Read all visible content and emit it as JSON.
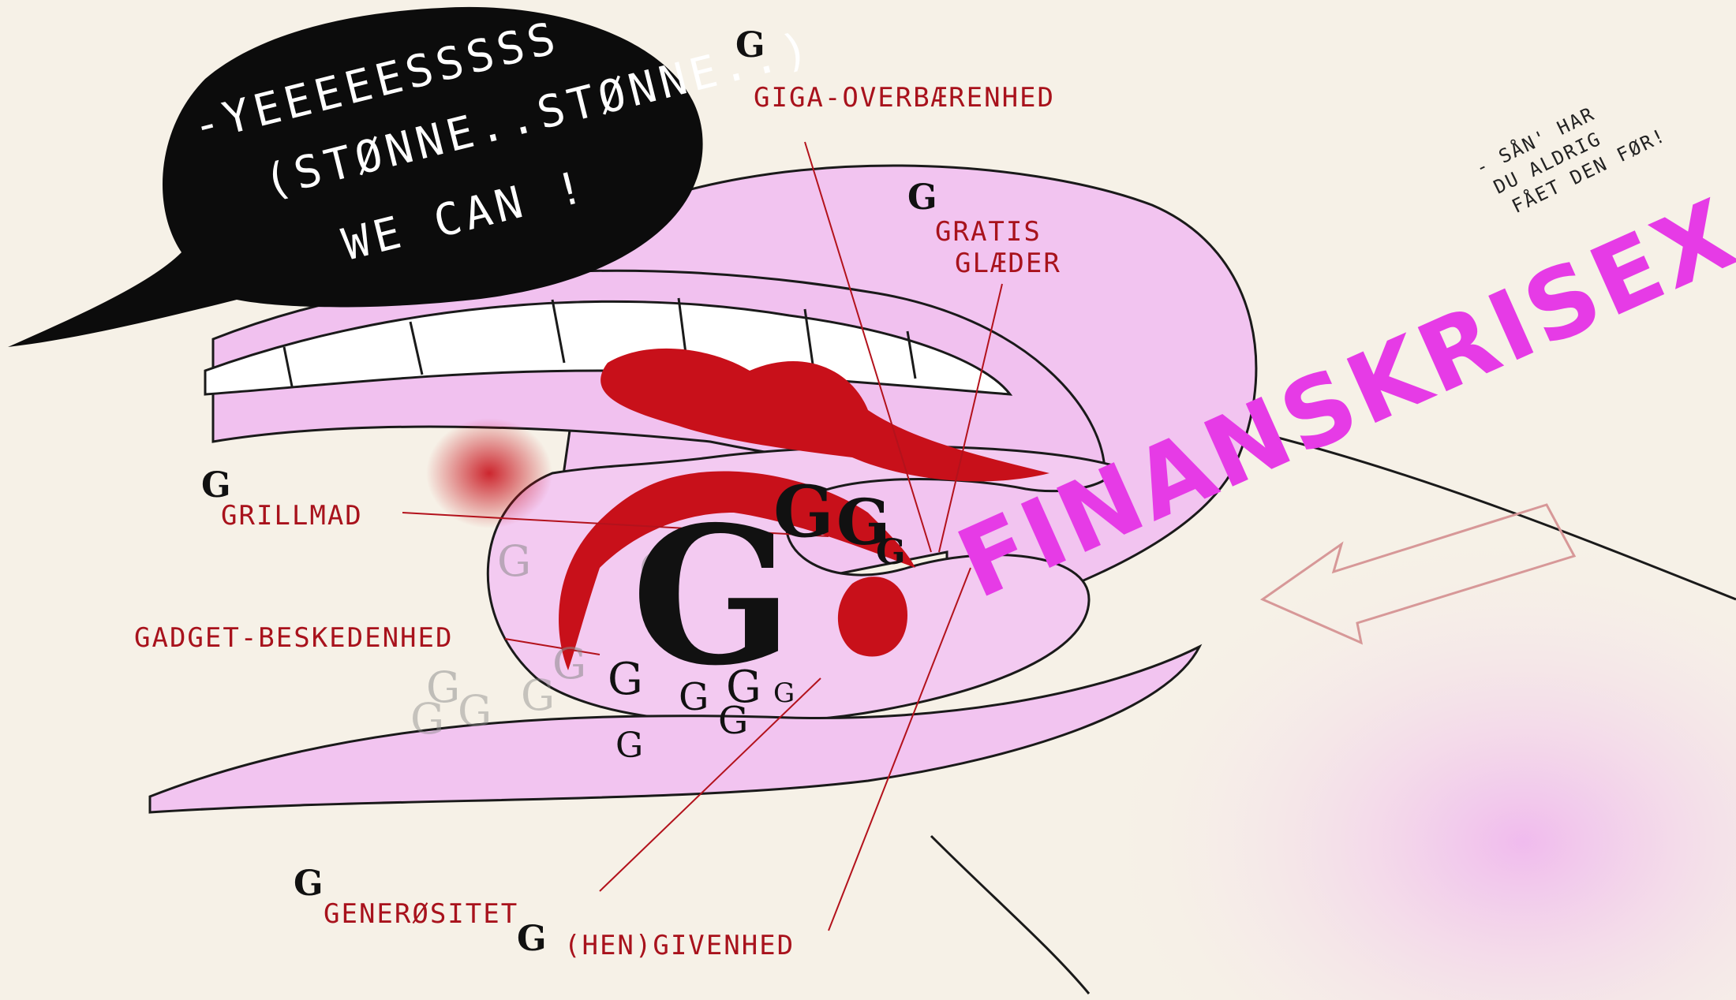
{
  "speech_bubble": {
    "line1": "-YEEEEESSSSS",
    "line2": "(STØNNE..STØNNE..)",
    "line3": "WE CAN !"
  },
  "central_mark": "G",
  "small_mark": "G",
  "labels": {
    "giga": "GIGA-OVERBÆRENHED",
    "gratis_1": "GRATIS",
    "gratis_2": "GLÆDER",
    "grillmad": "GRILLMAD",
    "gadget": "GADGET-BESKEDENHED",
    "generositet": "GENERØSITET",
    "givenhed": "(HEN)GIVENHED"
  },
  "side_note": {
    "line1": "- SÅN' HAR",
    "line2": "DU ALDRIG",
    "line3": "FÅET DEN FØR!"
  },
  "headline": "FINANSKRISEX",
  "colors": {
    "background": "#f6f1e7",
    "pink": "#f2c4f0",
    "red": "#c8101a",
    "magenta": "#e63be6",
    "bubble": "#0c0c0c"
  }
}
